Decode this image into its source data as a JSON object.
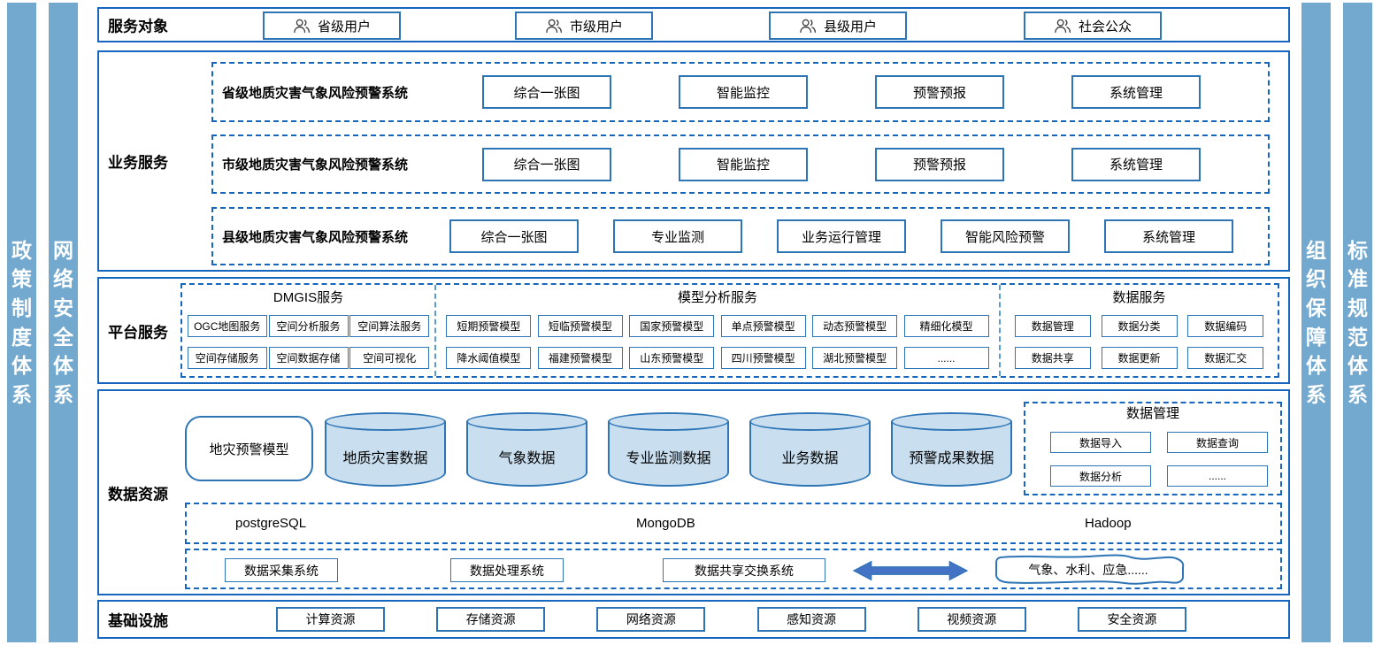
{
  "colors": {
    "section_border": "#1766BE",
    "node_border": "#2E75B6",
    "pillar_fill": "#74A9CF",
    "cylinder_fill": "#C9DFF0",
    "arrow_fill": "#4472C4"
  },
  "pillars": {
    "left": [
      {
        "label": "政策制度体系"
      },
      {
        "label": "网络安全体系"
      }
    ],
    "right": [
      {
        "label": "组织保障体系"
      },
      {
        "label": "标准规范体系"
      }
    ]
  },
  "service_targets": {
    "section_label": "服务对象",
    "items": [
      "省级用户",
      "市级用户",
      "县级用户",
      "社会公众"
    ]
  },
  "business_services": {
    "section_label": "业务服务",
    "rows": [
      {
        "label": "省级地质灾害气象风险预警系统",
        "items": [
          "综合一张图",
          "智能监控",
          "预警预报",
          "系统管理"
        ]
      },
      {
        "label": "市级地质灾害气象风险预警系统",
        "items": [
          "综合一张图",
          "智能监控",
          "预警预报",
          "系统管理"
        ]
      },
      {
        "label": "县级地质灾害气象风险预警系统",
        "items": [
          "综合一张图",
          "专业监测",
          "业务运行管理",
          "智能风险预警",
          "系统管理"
        ]
      }
    ]
  },
  "platform_services": {
    "section_label": "平台服务",
    "groups": [
      {
        "title": "DMGIS服务",
        "rows": [
          [
            "OGC地图服务",
            "空间分析服务",
            "空间算法服务"
          ],
          [
            "空间存储服务",
            "空间数据存储",
            "空间可视化"
          ]
        ]
      },
      {
        "title": "模型分析服务",
        "rows": [
          [
            "短期预警模型",
            "短临预警模型",
            "国家预警模型",
            "单点预警模型",
            "动态预警模型",
            "精细化模型"
          ],
          [
            "降水阈值模型",
            "福建预警模型",
            "山东预警模型",
            "四川预警模型",
            "湖北预警模型",
            "......"
          ]
        ]
      },
      {
        "title": "数据服务",
        "rows": [
          [
            "数据管理",
            "数据分类",
            "数据编码"
          ],
          [
            "数据共享",
            "数据更新",
            "数据汇交"
          ]
        ]
      }
    ]
  },
  "data_resources": {
    "section_label": "数据资源",
    "model_box": "地灾预警模型",
    "cylinders": [
      "地质灾害数据",
      "气象数据",
      "专业监测数据",
      "业务数据",
      "预警成果数据"
    ],
    "data_management": {
      "title": "数据管理",
      "items": [
        "数据导入",
        "数据查询",
        "数据分析",
        "......"
      ]
    },
    "databases": [
      "postgreSQL",
      "MongoDB",
      "Hadoop"
    ],
    "systems": [
      "数据采集系统",
      "数据处理系统",
      "数据共享交换系统"
    ],
    "external_systems": "气象、水利、应急......"
  },
  "infrastructure": {
    "section_label": "基础设施",
    "items": [
      "计算资源",
      "存储资源",
      "网络资源",
      "感知资源",
      "视频资源",
      "安全资源"
    ]
  }
}
